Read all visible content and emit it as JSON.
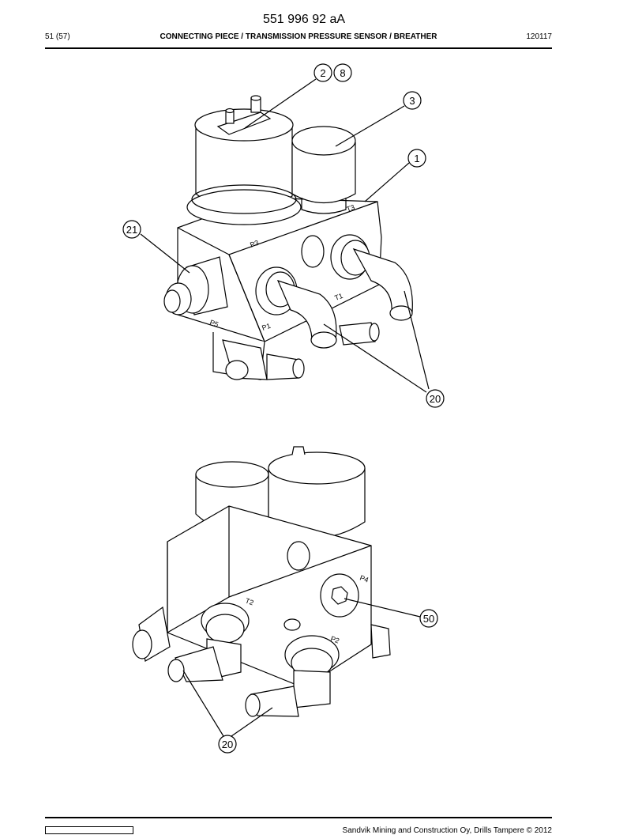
{
  "header": {
    "doc_number": "551 996 92 aA",
    "page_ref": "51 (57)",
    "section_title": "CONNECTING PIECE / TRANSMISSION PRESSURE SENSOR / BREATHER",
    "date_code": "120117"
  },
  "drawing_top": {
    "port_labels": [
      "P3",
      "T3",
      "T1",
      "P1",
      "P5"
    ],
    "callouts": [
      "2",
      "8",
      "3",
      "1",
      "21",
      "20"
    ]
  },
  "drawing_bottom": {
    "port_labels": [
      "P4",
      "T2",
      "P2"
    ],
    "callouts": [
      "50",
      "20"
    ]
  },
  "footer": {
    "copyright": "Sandvik Mining and Construction Oy, Drills Tampere © 2012"
  }
}
